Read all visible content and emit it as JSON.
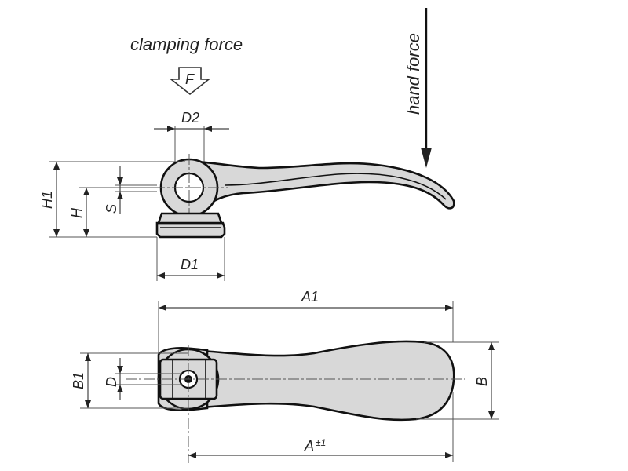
{
  "labels": {
    "clamping_force": "clamping force",
    "force_symbol": "F",
    "hand_force": "hand force",
    "D2": "D2",
    "H1": "H1",
    "H": "H",
    "S": "S",
    "D1": "D1",
    "A1": "A1",
    "B1": "B1",
    "D": "D",
    "B": "B",
    "A": "A",
    "A_tolerance": "±1"
  },
  "colors": {
    "line": "#111111",
    "part_fill": "#d8d8d8",
    "dimension": "#444444"
  }
}
